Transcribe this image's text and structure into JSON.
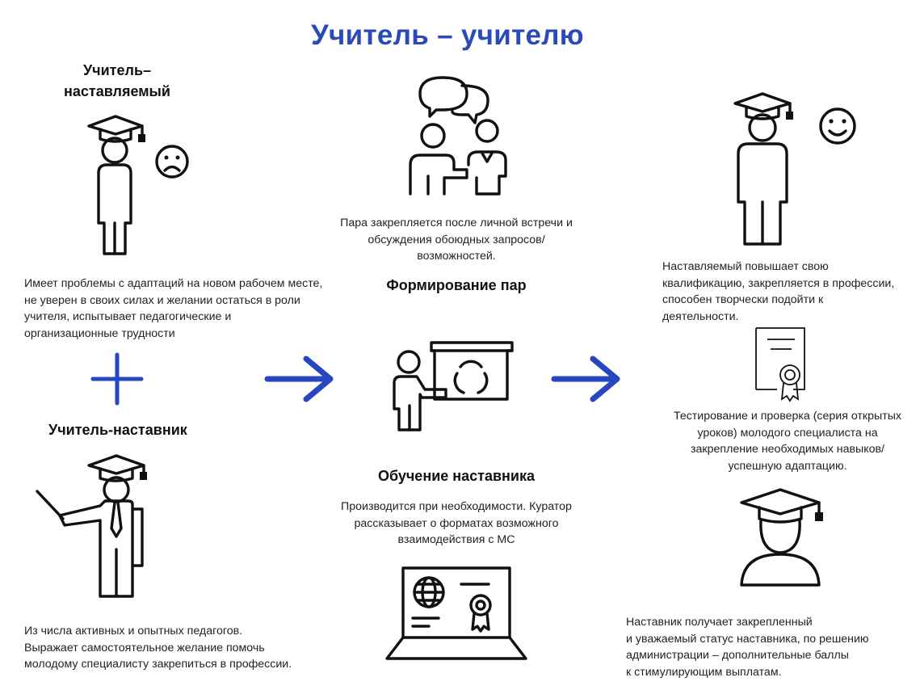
{
  "title": "Учитель – учителю",
  "mentee": {
    "heading": "Учитель–\nнаставляемый",
    "description": "Имеет проблемы с адаптаций на новом рабочем месте,\nне уверен в своих силах и желании остаться в роли\nучителя, испытывает педагогические и\nорганизационные трудности"
  },
  "mentor": {
    "heading": "Учитель-наставник",
    "description": "Из числа активных и опытных педагогов.\nВыражает самостоятельное желание помочь\nмолодому специалисту закрепиться в профессии."
  },
  "pairing": {
    "description": "Пара закрепляется после личной встречи и\nобсуждения обоюдных запросов/\nвозможностей.",
    "heading": "Формирование пар"
  },
  "training": {
    "heading": "Обучение наставника",
    "description": "Производится при необходимости. Куратор\nрассказывает о форматах возможного\nвзаимодействия с МС"
  },
  "results": {
    "mentee_result": "Наставляемый повышает свою\nквалификацию, закрепляется в профессии,\nспособен творчески подойти к\nдеятельности.",
    "testing": "Тестирование и проверка (серия открытых\nуроков) молодого специалиста на\nзакрепление необходимых навыков/\nуспешную адаптацию.",
    "mentor_result": "Наставник получает закрепленный\nи уважаемый статус наставника, по решению\nадминистрации – дополнительные баллы\nк стимулирующим выплатам."
  },
  "icons": {
    "mentee": [
      "graduation-cap-icon",
      "person-icon",
      "sad-face-icon"
    ],
    "plus": "plus-icon",
    "mentor": [
      "graduation-cap-icon",
      "teacher-pointer-icon"
    ],
    "pairing": [
      "speech-bubbles-icon",
      "two-people-icon"
    ],
    "training": "presentation-board-icon",
    "laptop": "laptop-certificate-icon",
    "success": [
      "graduation-cap-icon",
      "person-icon",
      "happy-face-icon"
    ],
    "certificate": "certificate-icon",
    "mentor_status": "graduate-bust-icon",
    "arrows": [
      "arrow-right-icon",
      "arrow-right-icon"
    ]
  },
  "colors": {
    "accent": "#2646c2",
    "title": "#2a4bb7",
    "ink": "#111111"
  }
}
